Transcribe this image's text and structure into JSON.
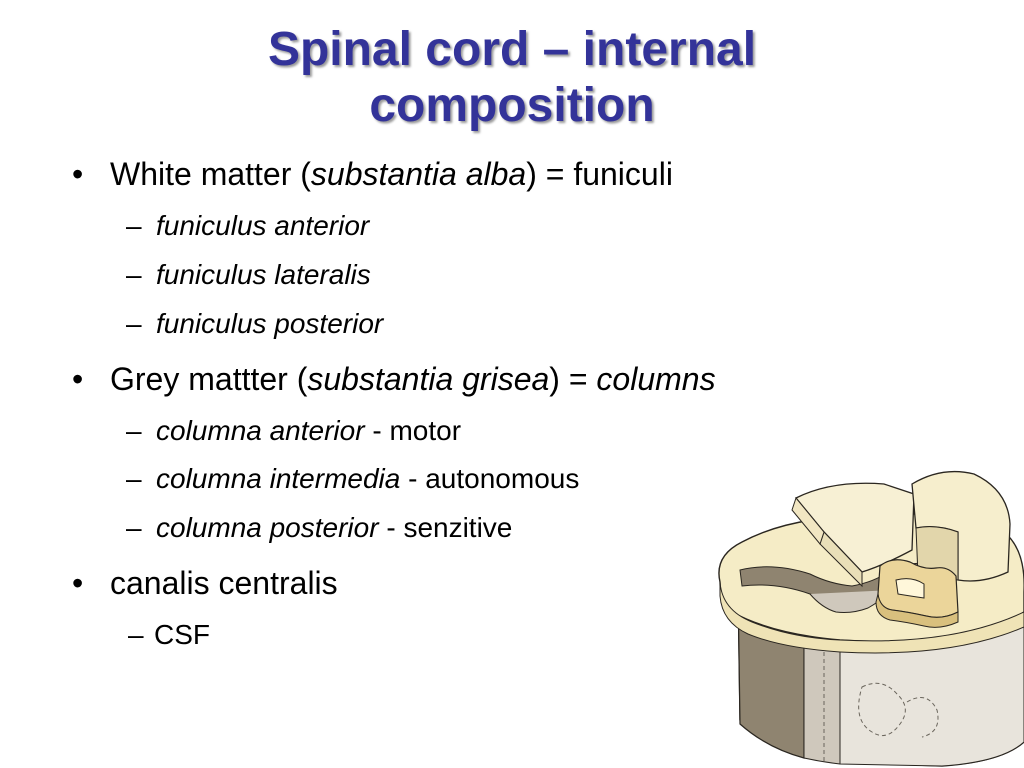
{
  "title": {
    "line1": "Spinal cord – internal",
    "line2": "composition"
  },
  "bullets": {
    "bullet_marker": "•",
    "dash_marker": "–",
    "white_matter": {
      "prefix": "White matter (",
      "latin": "substantia alba",
      "suffix": ") = funiculi"
    },
    "white_items": [
      "funiculus anterior",
      "funiculus lateralis",
      "funiculus posterior"
    ],
    "grey_matter": {
      "prefix": "Grey mattter (",
      "latin": "substantia grisea",
      "suffix": ") ",
      "eq": "=",
      "columns": " columns"
    },
    "grey_items": [
      {
        "latin": "columna anterior",
        "desc": " - motor"
      },
      {
        "latin": "columna intermedia",
        "desc": " - autonomous"
      },
      {
        "latin": "columna posterior",
        "desc": " - senzitive"
      }
    ],
    "canal": "canalis centralis",
    "canal_items": [
      "CSF"
    ]
  },
  "colors": {
    "title": "#333399",
    "white_matter": "#f5ecc6",
    "grey_matter": "#eadfb8",
    "dark_section": "#8f8470",
    "highlight": "#ebd59a"
  },
  "illustration": {
    "description_icon": "spinal-cord-cross-section-illustration"
  }
}
